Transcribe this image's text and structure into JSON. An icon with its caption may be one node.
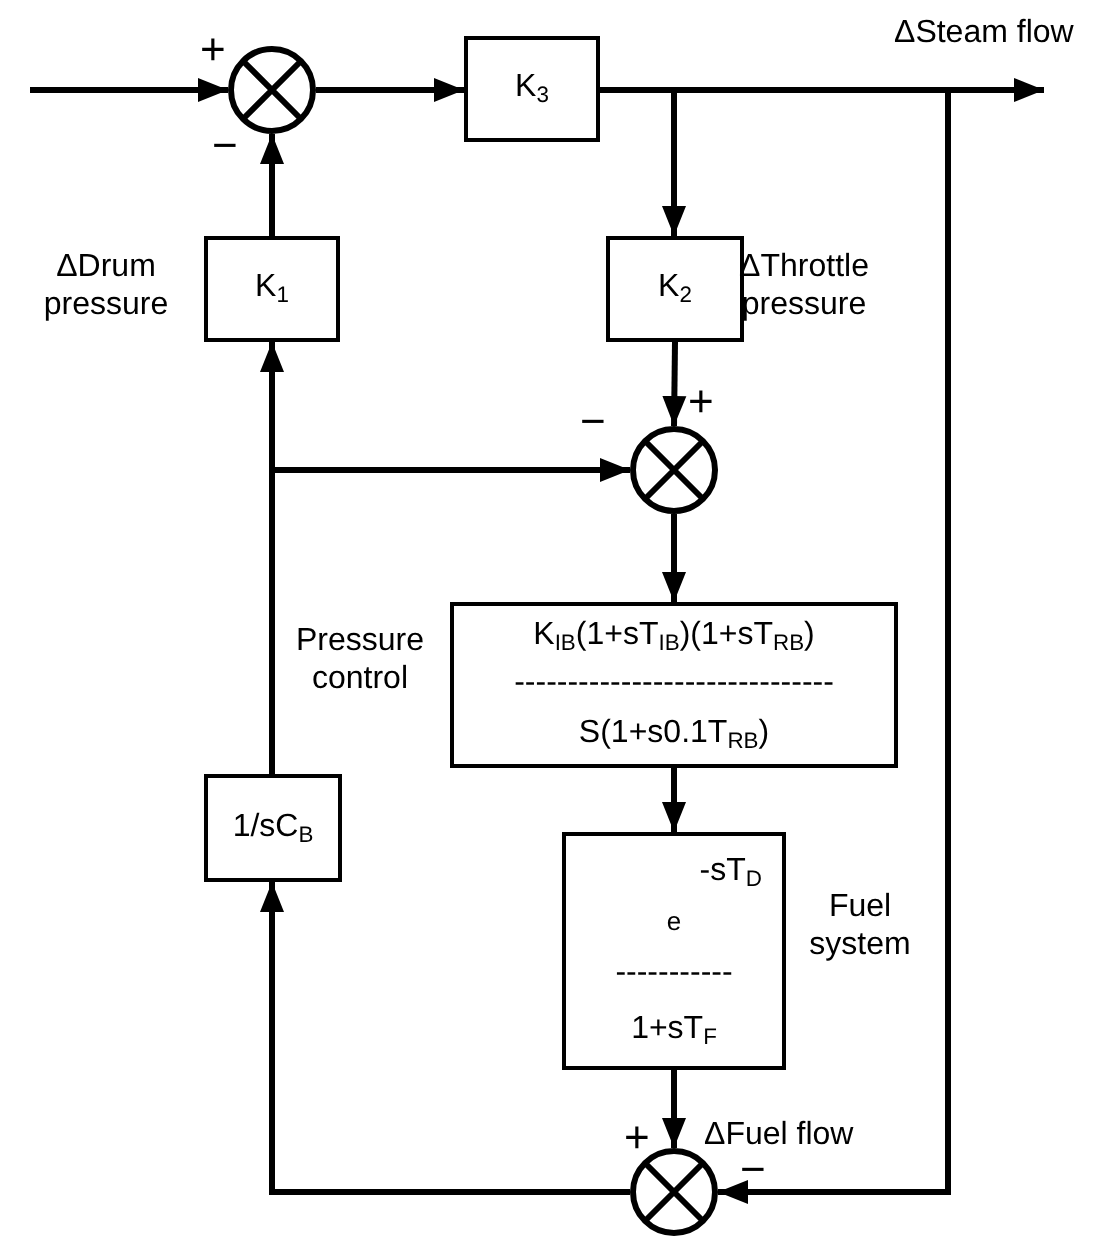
{
  "diagram": {
    "nodes": [
      {
        "text": [],
        "shape": "circle"
      },
      {
        "text": [
          "K$_{3}$"
        ]
      },
      {
        "text": [
          "K$_{1}$"
        ],
        "beside": [
          "ΔDrum pressure"
        ]
      },
      {
        "text": [
          "K$_{2}$"
        ],
        "beside": [
          "ΔThrottle pressure"
        ]
      },
      {
        "text": [],
        "shape": "circle"
      },
      {
        "text": [
          "K$_{IB}$(1+sT$_{IB}$)(1+sT$_{RB}$)",
          "------------------------------",
          "S(1+s0.1T$_{RB}$)"
        ],
        "beside": [
          "Pressure control"
        ]
      },
      {
        "text": [
          "-sT$_{D}$",
          "e",
          "-----------",
          "1+sT$_{F}$"
        ],
        "beside": [
          "Fuel system"
        ]
      },
      {
        "text": [
          "1/sC$_{B}$"
        ]
      },
      {
        "text": [],
        "shape": "circle"
      }
    ],
    "edges": [
      {
        "from": null,
        "to": 0,
        "arrow": "to"
      },
      {
        "from": 0,
        "to": 1,
        "arrow": "to"
      },
      {
        "from": 1,
        "to": null,
        "arrow": "to",
        "label": "ΔSteam flow"
      },
      {
        "from": 1,
        "to": 3,
        "arrow": "to"
      },
      {
        "from": 2,
        "to": 0,
        "arrow": "to"
      },
      {
        "from": 3,
        "to": 4,
        "arrow": "to"
      },
      {
        "from": 7,
        "to": 2,
        "arrow": "to"
      },
      {
        "from": 7,
        "to": 4,
        "arrow": "to"
      },
      {
        "from": 4,
        "to": 5,
        "arrow": "to"
      },
      {
        "from": 5,
        "to": 6,
        "arrow": "to"
      },
      {
        "from": 6,
        "to": 8,
        "arrow": "to",
        "label": "ΔFuel flow"
      },
      {
        "from": 1,
        "to": 8,
        "arrow": "to"
      },
      {
        "from": 8,
        "to": 7,
        "arrow": "to"
      }
    ],
    "labels": [
      "+",
      "−",
      "−",
      "+",
      "+",
      "−"
    ]
  }
}
